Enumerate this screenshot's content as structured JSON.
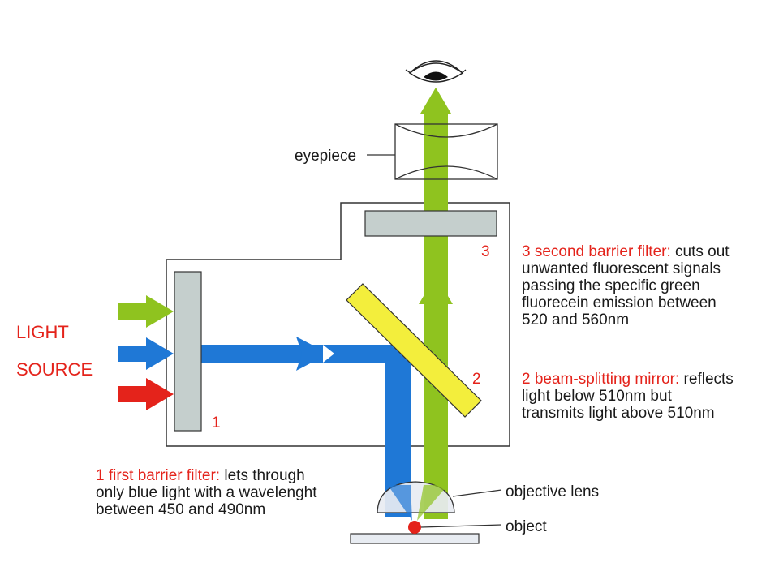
{
  "light_source": {
    "line1": "LIGHT",
    "line2": "SOURCE"
  },
  "eyepiece_label": "eyepiece",
  "objective_label": "objective lens",
  "object_label": "object",
  "filter1": {
    "number": "1",
    "title": "1  first barrier filter:",
    "line1_rest": " lets through",
    "line2": "only blue light with a wavelenght",
    "line3": "between 450 and 490nm"
  },
  "mirror2": {
    "number": "2",
    "title": "2  beam-splitting mirror:",
    "line1_rest": " reflects",
    "line2": "light below 510nm but",
    "line3": "transmits light above 510nm"
  },
  "filter3": {
    "number": "3",
    "title": "3 second barrier filter:",
    "line1_rest": " cuts out",
    "line2": "unwanted fluorescent signals",
    "line3": "passing the specific green",
    "line4": "fluorecein emission between",
    "line5": "520 and 560nm"
  },
  "colors": {
    "blue": "#1f78d6",
    "green": "#8fc31f",
    "red": "#e4231b",
    "filter": "#c5cfcd",
    "mirror": "#f3ee3c"
  }
}
